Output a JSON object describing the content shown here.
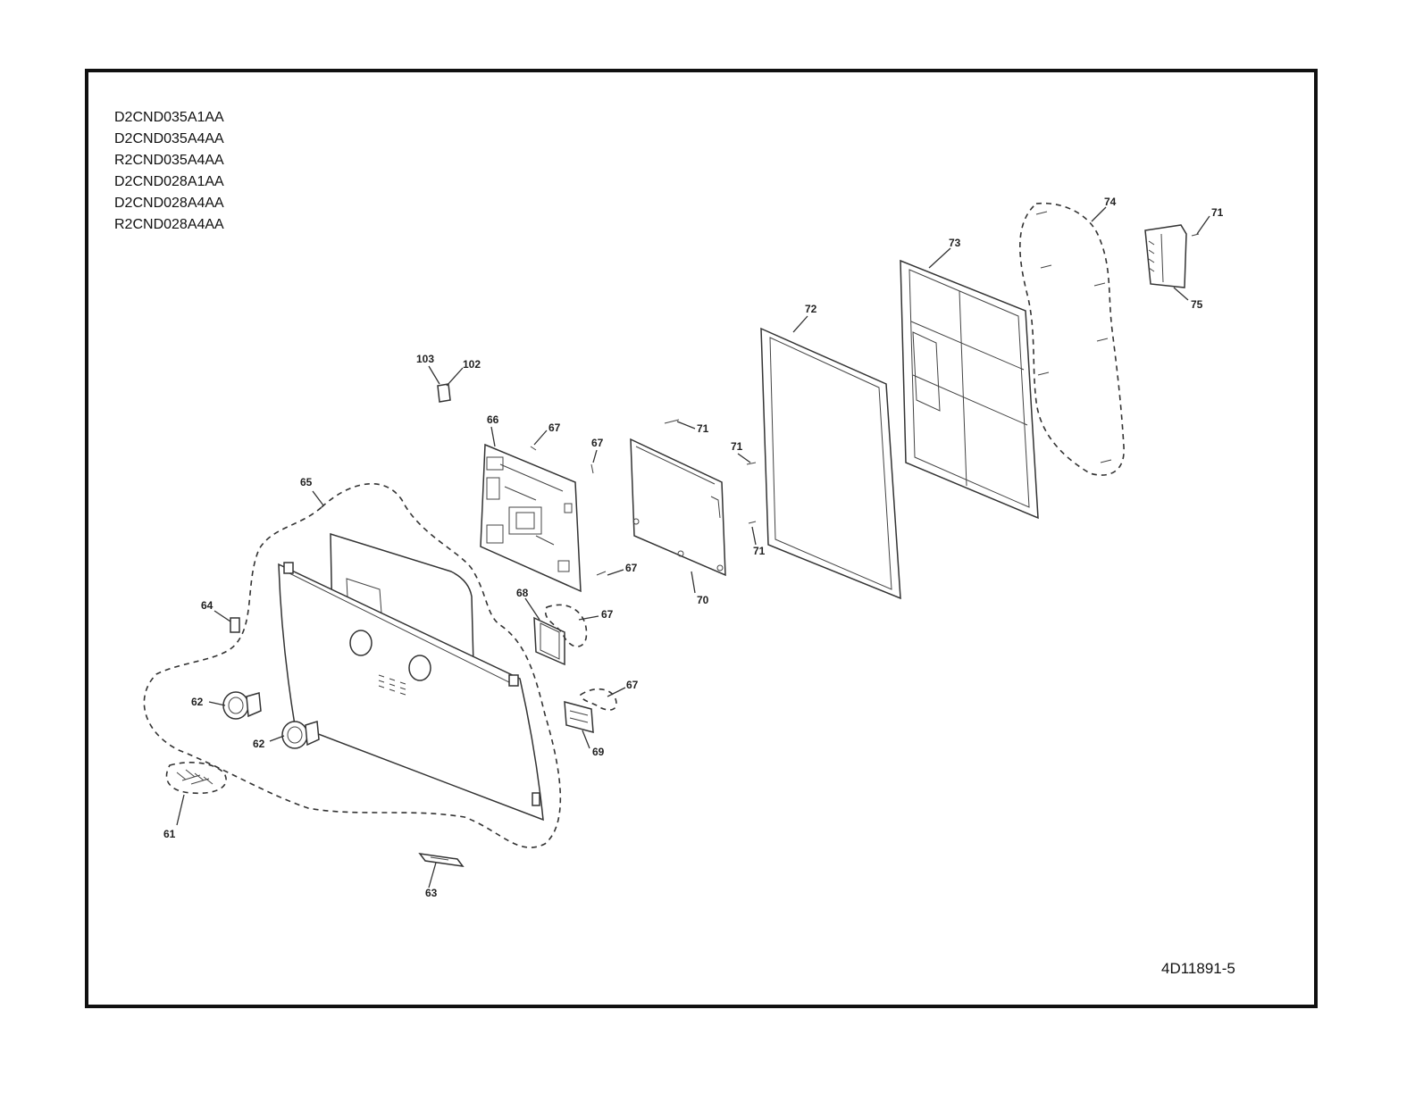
{
  "models": [
    "D2CND035A1AA",
    "D2CND035A4AA",
    "R2CND035A4AA",
    "D2CND028A1AA",
    "D2CND028A4AA",
    "R2CND028A4AA"
  ],
  "doc_number": "4D11891-5",
  "callouts": [
    {
      "id": "c61",
      "label": "61"
    },
    {
      "id": "c62a",
      "label": "62"
    },
    {
      "id": "c62b",
      "label": "62"
    },
    {
      "id": "c63",
      "label": "63"
    },
    {
      "id": "c64",
      "label": "64"
    },
    {
      "id": "c65",
      "label": "65"
    },
    {
      "id": "c66",
      "label": "66"
    },
    {
      "id": "c67a",
      "label": "67"
    },
    {
      "id": "c67b",
      "label": "67"
    },
    {
      "id": "c67c",
      "label": "67"
    },
    {
      "id": "c67d",
      "label": "67"
    },
    {
      "id": "c67e",
      "label": "67"
    },
    {
      "id": "c68",
      "label": "68"
    },
    {
      "id": "c69",
      "label": "69"
    },
    {
      "id": "c70",
      "label": "70"
    },
    {
      "id": "c71a",
      "label": "71"
    },
    {
      "id": "c71b",
      "label": "71"
    },
    {
      "id": "c71c",
      "label": "71"
    },
    {
      "id": "c71d",
      "label": "71"
    },
    {
      "id": "c72",
      "label": "72"
    },
    {
      "id": "c73",
      "label": "73"
    },
    {
      "id": "c74",
      "label": "74"
    },
    {
      "id": "c75",
      "label": "75"
    },
    {
      "id": "c102",
      "label": "102"
    },
    {
      "id": "c103",
      "label": "103"
    }
  ]
}
